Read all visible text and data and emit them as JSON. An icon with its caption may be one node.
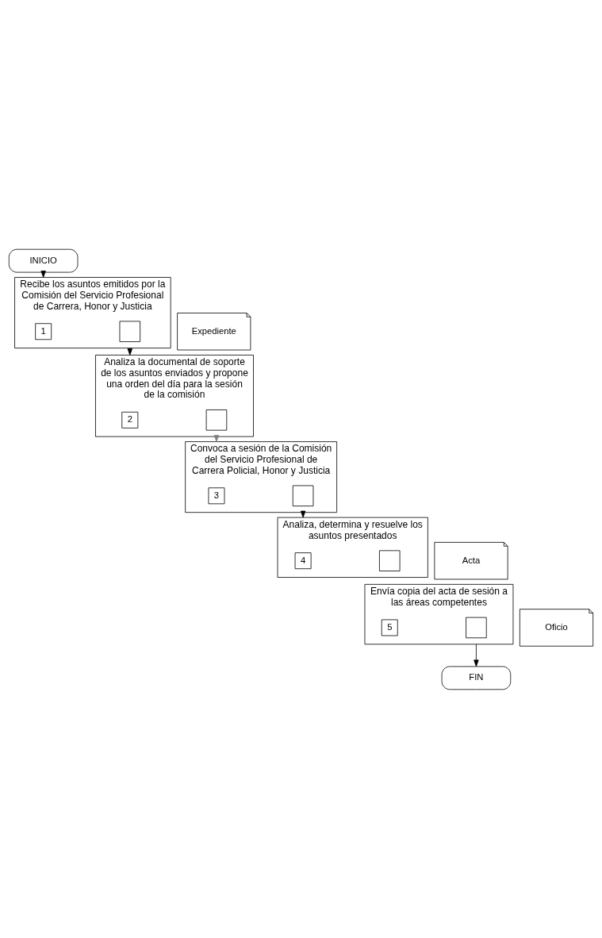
{
  "diagram": {
    "nodes": [
      {
        "text": [
          "INICIO"
        ]
      },
      {
        "text": [
          "Recibe los asuntos emitidos por la Comisión del Servicio Profesional de Carrera, Honor y Justicia"
        ]
      },
      {
        "text": [
          "1"
        ],
        "in": 1
      },
      {
        "text": [],
        "shape": "box",
        "in": 1
      },
      {
        "text": [
          "Expediente"
        ]
      },
      {
        "text": [
          "Analiza la documental de soporte de los asuntos enviados y propone una orden del día para la sesión de la comisión"
        ]
      },
      {
        "text": [
          "2"
        ],
        "in": 5
      },
      {
        "text": [],
        "shape": "box",
        "in": 5
      },
      {
        "text": [
          "Convoca a sesión de la Comisión del Servicio Profesional de Carrera Policial, Honor y Justicia"
        ]
      },
      {
        "text": [
          "3"
        ],
        "in": 8
      },
      {
        "text": [],
        "shape": "box",
        "in": 8
      },
      {
        "text": [
          "Analiza, determina y resuelve los asuntos presentados"
        ]
      },
      {
        "text": [
          "4"
        ],
        "in": 11
      },
      {
        "text": [],
        "shape": "box",
        "in": 11
      },
      {
        "text": [
          "Acta"
        ]
      },
      {
        "text": [
          "Envía copia del acta de sesión a las áreas competentes"
        ]
      },
      {
        "text": [
          "5"
        ],
        "in": 15
      },
      {
        "text": [],
        "shape": "box",
        "in": 15
      },
      {
        "text": [
          "Oficio"
        ]
      },
      {
        "text": [
          "FIN"
        ]
      }
    ],
    "edges": [
      {
        "from": 0,
        "to": 1,
        "arrow": "to"
      },
      {
        "from": 1,
        "to": 5,
        "arrow": "to"
      },
      {
        "from": 5,
        "to": 8,
        "arrow": "to",
        "color": "#808080"
      },
      {
        "from": 8,
        "to": 11,
        "arrow": "to"
      },
      {
        "from": 15,
        "to": 19,
        "arrow": "to"
      }
    ]
  }
}
